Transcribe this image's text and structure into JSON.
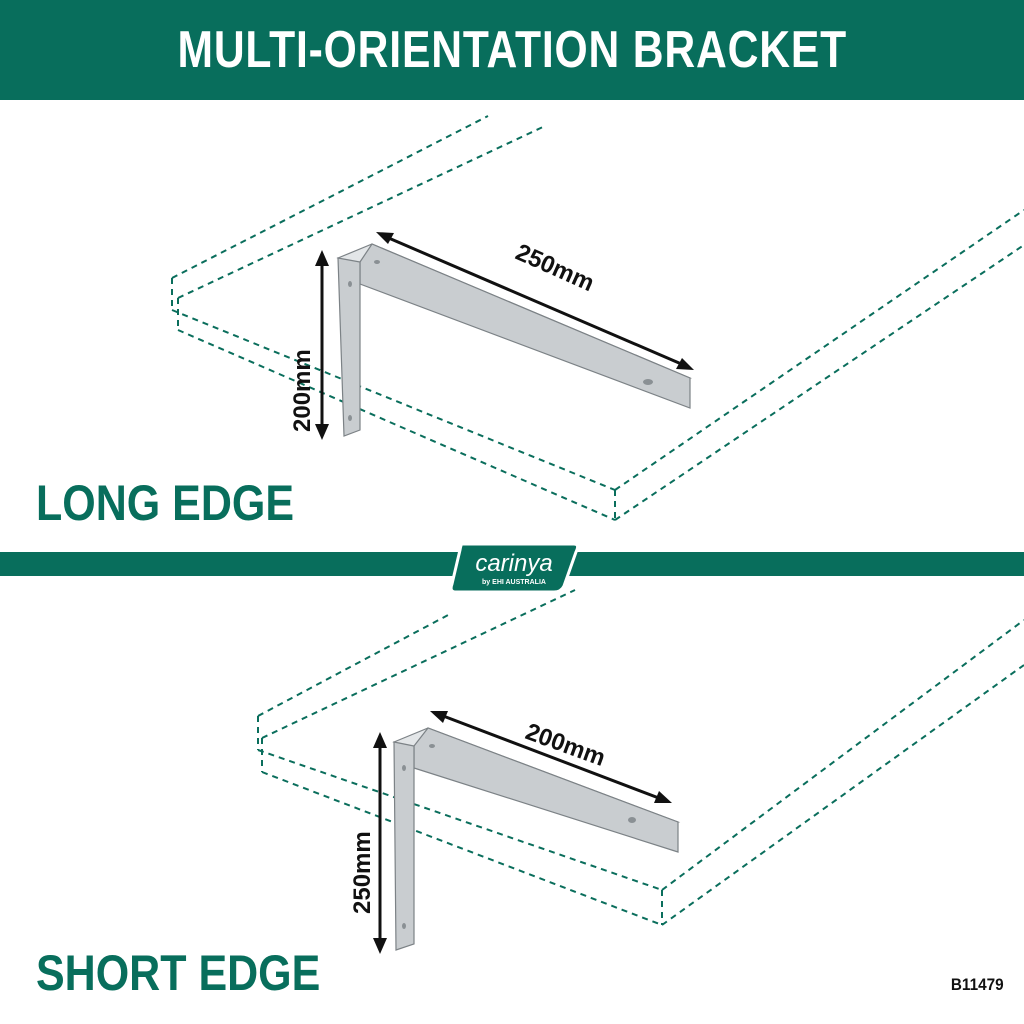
{
  "header": {
    "title": "MULTI-ORIENTATION BRACKET"
  },
  "sections": {
    "long": {
      "label": "LONG EDGE",
      "horizontal_dim": "250mm",
      "vertical_dim": "200mm"
    },
    "short": {
      "label": "SHORT EDGE",
      "horizontal_dim": "200mm",
      "vertical_dim": "250mm"
    }
  },
  "logo": {
    "name": "carinya",
    "tagline": "by EHI AUSTRALIA",
    "icon": "carinya-logo"
  },
  "sku": "B11479",
  "colors": {
    "brand_green": "#086e5c",
    "dashed_outline": "#0a6e5c",
    "steel": "#c9cdd0",
    "text": "#111111"
  }
}
